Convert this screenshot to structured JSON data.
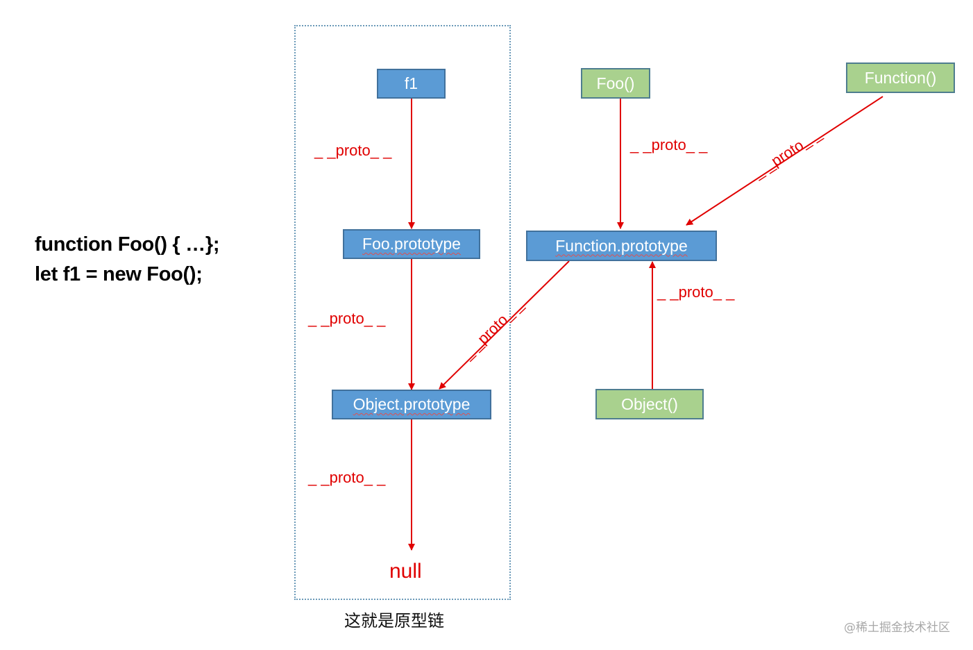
{
  "code": {
    "line1": "function Foo() { …};",
    "line2": "let f1 = new Foo();"
  },
  "nodes": {
    "f1": "f1",
    "foo_prototype": "Foo.prototype",
    "object_prototype": "Object.prototype",
    "null": "null",
    "foo_ctor": "Foo()",
    "function_ctor": "Function()",
    "function_prototype": "Function.prototype",
    "object_ctor": "Object()"
  },
  "edges": {
    "f1_to_foo_prototype": "_ _proto_ _",
    "foo_prototype_to_object_prototype": "_ _proto_ _",
    "object_prototype_to_null": "_ _proto_ _",
    "foo_ctor_to_function_prototype": "_ _proto_ _",
    "function_ctor_to_function_prototype": "_ _proto_ _",
    "function_prototype_to_object_prototype": "_ _proto_ _",
    "object_ctor_to_function_prototype": "_ _proto_ _"
  },
  "caption": "这就是原型链",
  "watermark": "@稀土掘金技术社区",
  "colors": {
    "arrow": "#e00000",
    "prototype_box": "#5b9bd5",
    "constructor_box": "#a9d18e",
    "box_border": "#41719c",
    "chain_border": "#6a99b8"
  }
}
